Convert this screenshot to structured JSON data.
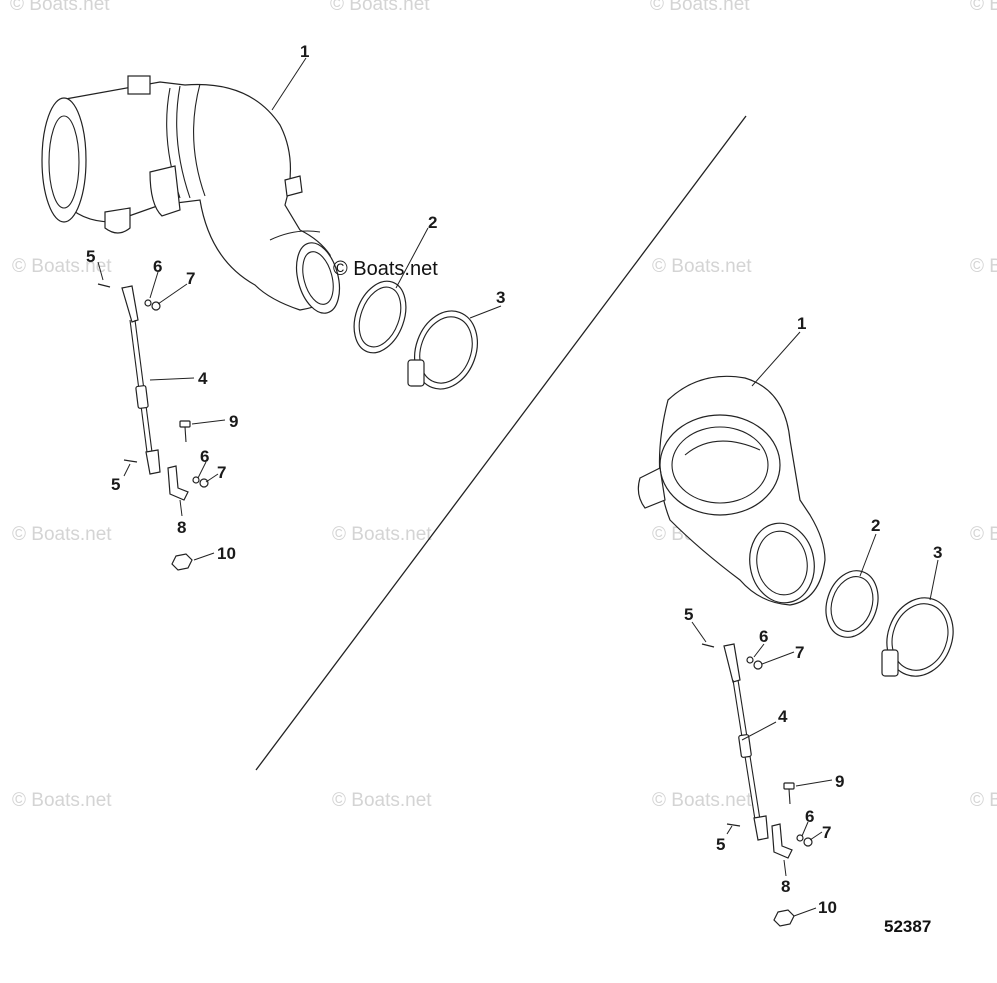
{
  "watermark": "© Boats.net",
  "main_watermark": "© Boats.net",
  "reference_number": "52387",
  "callouts_left": [
    "1",
    "2",
    "3",
    "4",
    "5",
    "5",
    "6",
    "6",
    "7",
    "7",
    "8",
    "9",
    "10"
  ],
  "callouts_right": [
    "1",
    "2",
    "3",
    "4",
    "5",
    "5",
    "6",
    "6",
    "7",
    "7",
    "8",
    "9",
    "10"
  ],
  "colors": {
    "line": "#222222",
    "watermark": "#d4d4d4",
    "background": "#ffffff"
  }
}
